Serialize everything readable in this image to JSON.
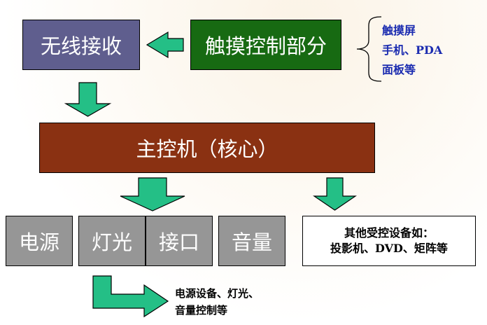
{
  "wireless_receiver": {
    "label": "无线接收"
  },
  "touch_control": {
    "label": "触摸控制部分"
  },
  "touch_devices": [
    "触摸屏",
    "手机、PDA",
    "面板等"
  ],
  "host": {
    "label": "主控机（核心）"
  },
  "devices": [
    "电源",
    "灯光",
    "接口",
    "音量"
  ],
  "other_devices": {
    "line1": "其他受控设备如：",
    "line2": "投影机、DVD、矩阵等"
  },
  "note": {
    "line1": "电源设备、灯光、",
    "line2": "音量控制等"
  },
  "colors": {
    "wireless": "#5f5e8e",
    "touch": "#176a12",
    "host": "#8a3112",
    "device": "#969696",
    "arrow_fill": "#24bf86",
    "side_text": "#1a2bb0"
  }
}
